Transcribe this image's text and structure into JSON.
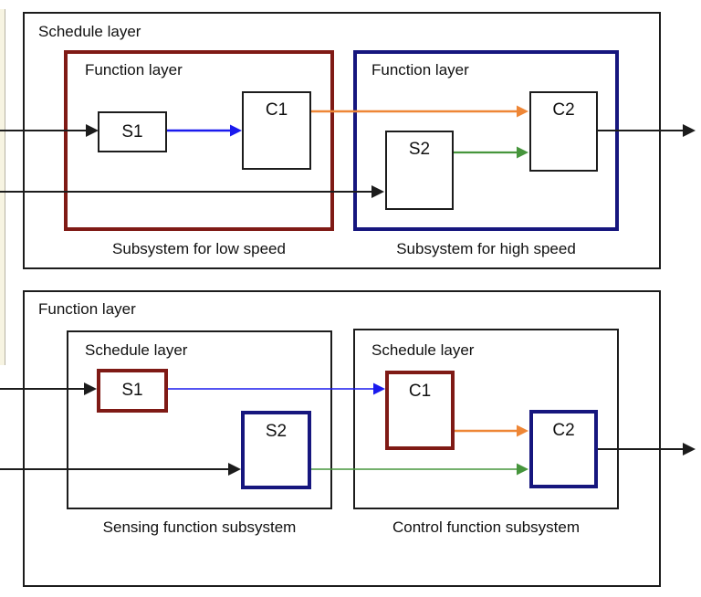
{
  "colors": {
    "maroon": "#7f1a15",
    "navy": "#16167e",
    "blue": "#1a1aee",
    "orange": "#ee8636",
    "green": "#46953c",
    "black": "#1c1c1c",
    "cream": "#f7f4e2"
  },
  "top_diagram": {
    "outer_label": "Schedule layer",
    "low_speed": {
      "label": "Function layer",
      "caption": "Subsystem for low speed",
      "s1": "S1",
      "c1": "C1"
    },
    "high_speed": {
      "label": "Function layer",
      "caption": "Subsystem for high speed",
      "s2": "S2",
      "c2": "C2"
    }
  },
  "bottom_diagram": {
    "outer_label": "Function layer",
    "sensing": {
      "label": "Schedule layer",
      "caption": "Sensing function subsystem",
      "s1": "S1",
      "s2": "S2"
    },
    "control": {
      "label": "Schedule layer",
      "caption": "Control function subsystem",
      "c1": "C1",
      "c2": "C2"
    }
  }
}
